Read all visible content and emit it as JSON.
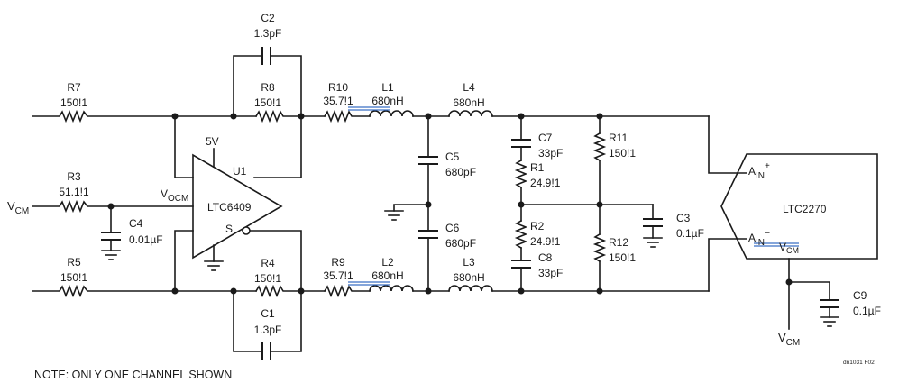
{
  "components": {
    "R7": {
      "ref": "R7",
      "value": "150!1"
    },
    "R8": {
      "ref": "R8",
      "value": "150!1"
    },
    "C2": {
      "ref": "C2",
      "value": "1.3pF"
    },
    "R10": {
      "ref": "R10",
      "value": "35.7!1"
    },
    "L1": {
      "ref": "L1",
      "value": "680nH"
    },
    "L4": {
      "ref": "L4",
      "value": "680nH"
    },
    "C7": {
      "ref": "C7",
      "value": "33pF"
    },
    "R1": {
      "ref": "R1",
      "value": "24.9!1"
    },
    "R11": {
      "ref": "R11",
      "value": "150!1"
    },
    "C5": {
      "ref": "C5",
      "value": "680pF"
    },
    "C6": {
      "ref": "C6",
      "value": "680pF"
    },
    "R3": {
      "ref": "R3",
      "value": "51.1!1"
    },
    "C4": {
      "ref": "C4",
      "value": "0.01µF"
    },
    "R2": {
      "ref": "R2",
      "value": "24.9!1"
    },
    "C8": {
      "ref": "C8",
      "value": "33pF"
    },
    "C3": {
      "ref": "C3",
      "value": "0.1µF"
    },
    "R12": {
      "ref": "R12",
      "value": "150!1"
    },
    "R5": {
      "ref": "R5",
      "value": "150!1"
    },
    "R4": {
      "ref": "R4",
      "value": "150!1"
    },
    "R9": {
      "ref": "R9",
      "value": "35.7!1"
    },
    "L2": {
      "ref": "L2",
      "value": "680nH"
    },
    "L3": {
      "ref": "L3",
      "value": "680nH"
    },
    "C1": {
      "ref": "C1",
      "value": "1.3pF"
    },
    "C9": {
      "ref": "C9",
      "value": "0.1µF"
    }
  },
  "amp": {
    "ref": "U1",
    "part": "LTC6409",
    "supply": "5V",
    "vocm_main": "V",
    "vocm_sub": "OCM",
    "shutdown": "S"
  },
  "adc": {
    "part": "LTC2270",
    "ain_main": "A",
    "ain_sub": "IN",
    "ain_plus": "+",
    "ain_minus": "–",
    "vcm_main": "V",
    "vcm_sub": "CM"
  },
  "vcm_left": {
    "main": "V",
    "sub": "CM"
  },
  "vcm_bottom": {
    "main": "V",
    "sub": "CM"
  },
  "note": "NOTE: ONLY ONE CHANNEL SHOWN",
  "figure_id": "dn1031 F02"
}
